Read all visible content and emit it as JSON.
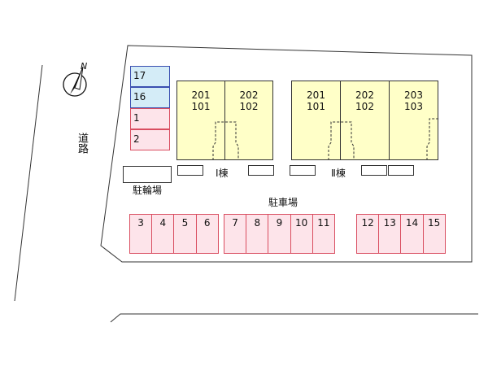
{
  "compass": {
    "north_label": "N"
  },
  "road": {
    "label": "道路"
  },
  "bike_parking": {
    "label": "駐輪場",
    "slots": [
      {
        "num": "17",
        "color": "#d4ecf7"
      },
      {
        "num": "16",
        "color": "#d4ecf7"
      },
      {
        "num": "1",
        "color": "#fde4ea"
      },
      {
        "num": "2",
        "color": "#fde4ea"
      }
    ]
  },
  "buildings": [
    {
      "label": "Ⅰ棟",
      "units": [
        {
          "top": "201",
          "bottom": "101"
        },
        {
          "top": "202",
          "bottom": "102"
        }
      ]
    },
    {
      "label": "Ⅱ棟",
      "units": [
        {
          "top": "201",
          "bottom": "101"
        },
        {
          "top": "202",
          "bottom": "102"
        },
        {
          "top": "203",
          "bottom": "103"
        }
      ]
    }
  ],
  "parking": {
    "label": "駐車場",
    "groups": [
      [
        "3",
        "4",
        "5",
        "6"
      ],
      [
        "7",
        "8",
        "9",
        "10",
        "11"
      ],
      [
        "12",
        "13",
        "14",
        "15"
      ]
    ]
  },
  "colors": {
    "unit_fill": "#ffffc8",
    "slot_border": "#d94d60",
    "slot_fill": "#fde4ea",
    "bike_blue": "#d4ecf7",
    "bike_blue_border": "#3a4fb0"
  }
}
